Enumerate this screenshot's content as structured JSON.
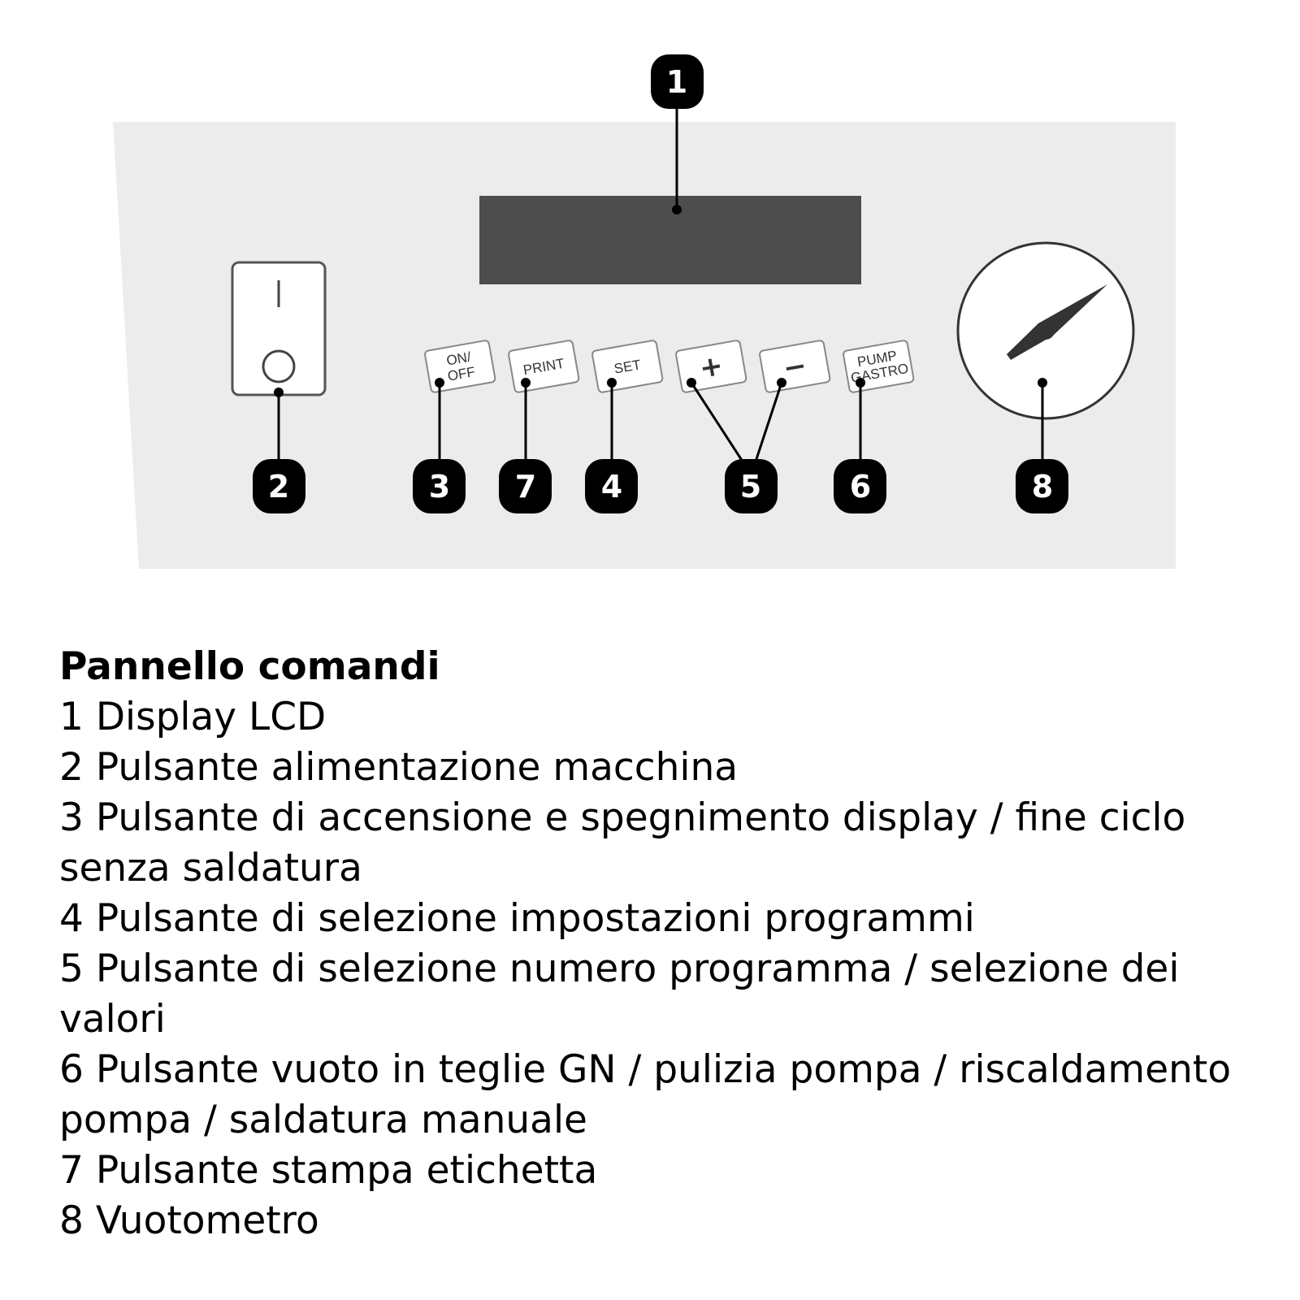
{
  "panel": {
    "buttons": {
      "on_off": [
        "ON/",
        "OFF"
      ],
      "print": "PRINT",
      "set": "SET",
      "plus": "+",
      "minus": "−",
      "pump_gastro": [
        "PUMP",
        "GASTRO"
      ]
    },
    "power_switch": {
      "top_mark": "|",
      "bottom_mark": "O"
    },
    "callouts": [
      "1",
      "2",
      "3",
      "7",
      "4",
      "5",
      "6",
      "8"
    ]
  },
  "legend": {
    "title": "Pannello comandi",
    "items": [
      "1 Display LCD",
      "2 Pulsante alimentazione macchina",
      "3 Pulsante di accensione e spegnimento display / fine ciclo senza saldatura",
      "4 Pulsante di selezione impostazioni programmi",
      "5 Pulsante di selezione numero programma / selezione dei valori",
      "6 Pulsante vuoto in teglie GN / pulizia pompa / riscaldamento pompa / saldatura manuale",
      "7 Pulsante stampa etichetta",
      "8 Vuotometro"
    ]
  },
  "colors": {
    "panel": "#ececec",
    "display": "#4d4d4d",
    "callout": "#000000"
  }
}
